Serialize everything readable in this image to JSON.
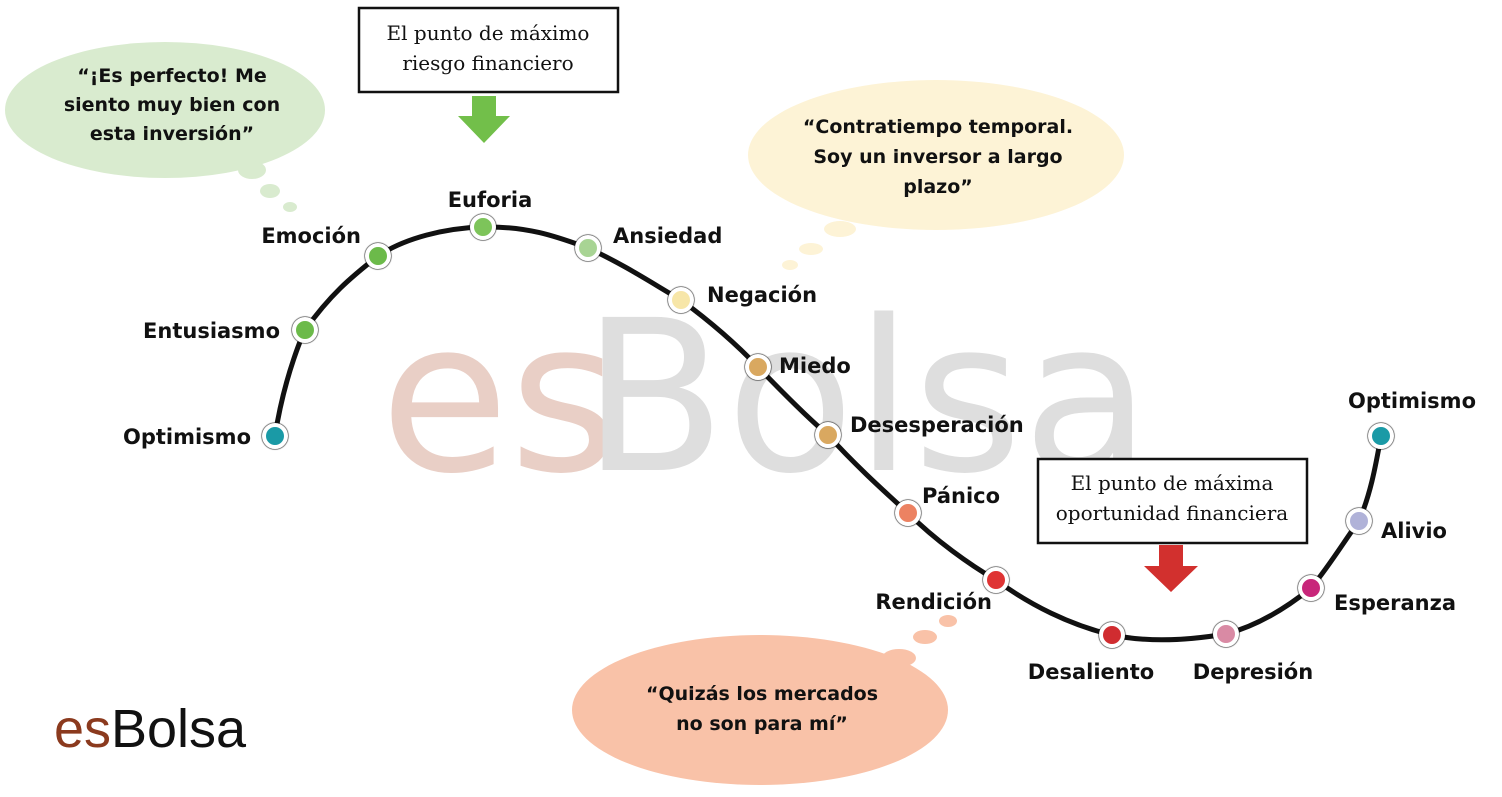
{
  "watermark": {
    "part1": "es",
    "part2": "Bolsa"
  },
  "logo": {
    "part1": "es",
    "part2": "Bolsa",
    "color_es": "#8b3a1e",
    "color_bolsa": "#111111"
  },
  "stages": [
    {
      "label": "Optimismo",
      "color": "#1a9aa6"
    },
    {
      "label": "Entusiasmo",
      "color": "#6cba4a"
    },
    {
      "label": "Emoción",
      "color": "#6cba4a"
    },
    {
      "label": "Euforia",
      "color": "#7dc45a"
    },
    {
      "label": "Ansiedad",
      "color": "#a8d494"
    },
    {
      "label": "Negación",
      "color": "#f7e6a8"
    },
    {
      "label": "Miedo",
      "color": "#d9a860"
    },
    {
      "label": "Desesperación",
      "color": "#d9a860"
    },
    {
      "label": "Pánico",
      "color": "#ec8262"
    },
    {
      "label": "Rendición",
      "color": "#df3434"
    },
    {
      "label": "Desaliento",
      "color": "#d02c30"
    },
    {
      "label": "Depresión",
      "color": "#d98aa4"
    },
    {
      "label": "Esperanza",
      "color": "#c8267a"
    },
    {
      "label": "Alivio",
      "color": "#b0b2d8"
    },
    {
      "label": "Optimismo",
      "color": "#1a9aa6"
    }
  ],
  "bubbles": {
    "euphoria_quote": {
      "lines": [
        "“¡Es perfecto! Me",
        "siento muy bien con",
        "esta inversión”"
      ],
      "color": "#d9ebcf"
    },
    "denial_quote": {
      "lines": [
        "“Contratiempo temporal.",
        "Soy un inversor a largo",
        "plazo”"
      ],
      "color": "#fdf3d6"
    },
    "capitulation_quote": {
      "lines": [
        "“Quizás los mercados",
        "no son para mí”"
      ],
      "color": "#f9c2a8"
    }
  },
  "callouts": {
    "max_risk": {
      "lines": [
        "El punto de máximo",
        "riesgo financiero"
      ],
      "arrow_color": "#72bf4a"
    },
    "max_opportunity": {
      "lines": [
        "El punto de máxima",
        "oportunidad financiera"
      ],
      "arrow_color": "#d2302e"
    }
  }
}
